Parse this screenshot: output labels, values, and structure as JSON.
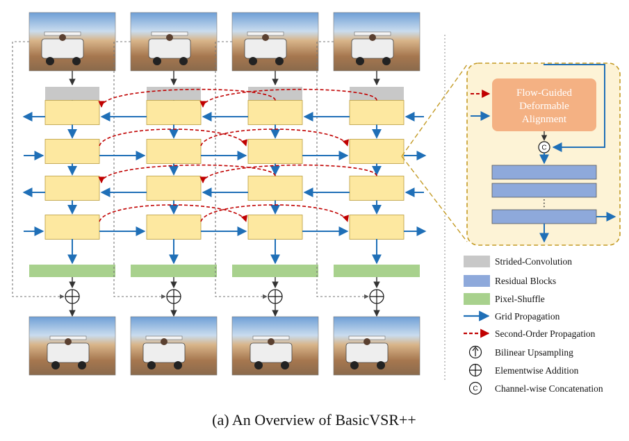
{
  "caption": "(a)  An Overview of BasicVSR++",
  "module": {
    "fga_lines": [
      "Flow-Guided",
      "Deformable",
      "Alignment"
    ],
    "concat_symbol": "C",
    "dots": "⋮"
  },
  "legend": [
    {
      "key": "strided",
      "label": "Strided-Convolution"
    },
    {
      "key": "residual",
      "label": "Residual Blocks"
    },
    {
      "key": "pixel",
      "label": "Pixel-Shuffle"
    },
    {
      "key": "grid",
      "label": "Grid Propagation"
    },
    {
      "key": "second",
      "label": "Second-Order Propagation"
    },
    {
      "key": "upsample",
      "label": "Bilinear Upsampling"
    },
    {
      "key": "add",
      "label": "Elementwise Addition"
    },
    {
      "key": "concat",
      "label": "Channel-wise Concatenation",
      "symbol": "C"
    }
  ],
  "colors": {
    "propagation_box": "#fde8a0",
    "strided_conv": "#c8c8c8",
    "pixel_shuffle": "#a8d18d",
    "residual_block": "#8ea9db",
    "fga": "#f4b183",
    "module_bg": "#fdf3d6",
    "module_border": "#c39a24",
    "grid_arrow": "#1f6fb7",
    "second_order_arrow": "#c00000",
    "skip_arrow": "#777777"
  }
}
